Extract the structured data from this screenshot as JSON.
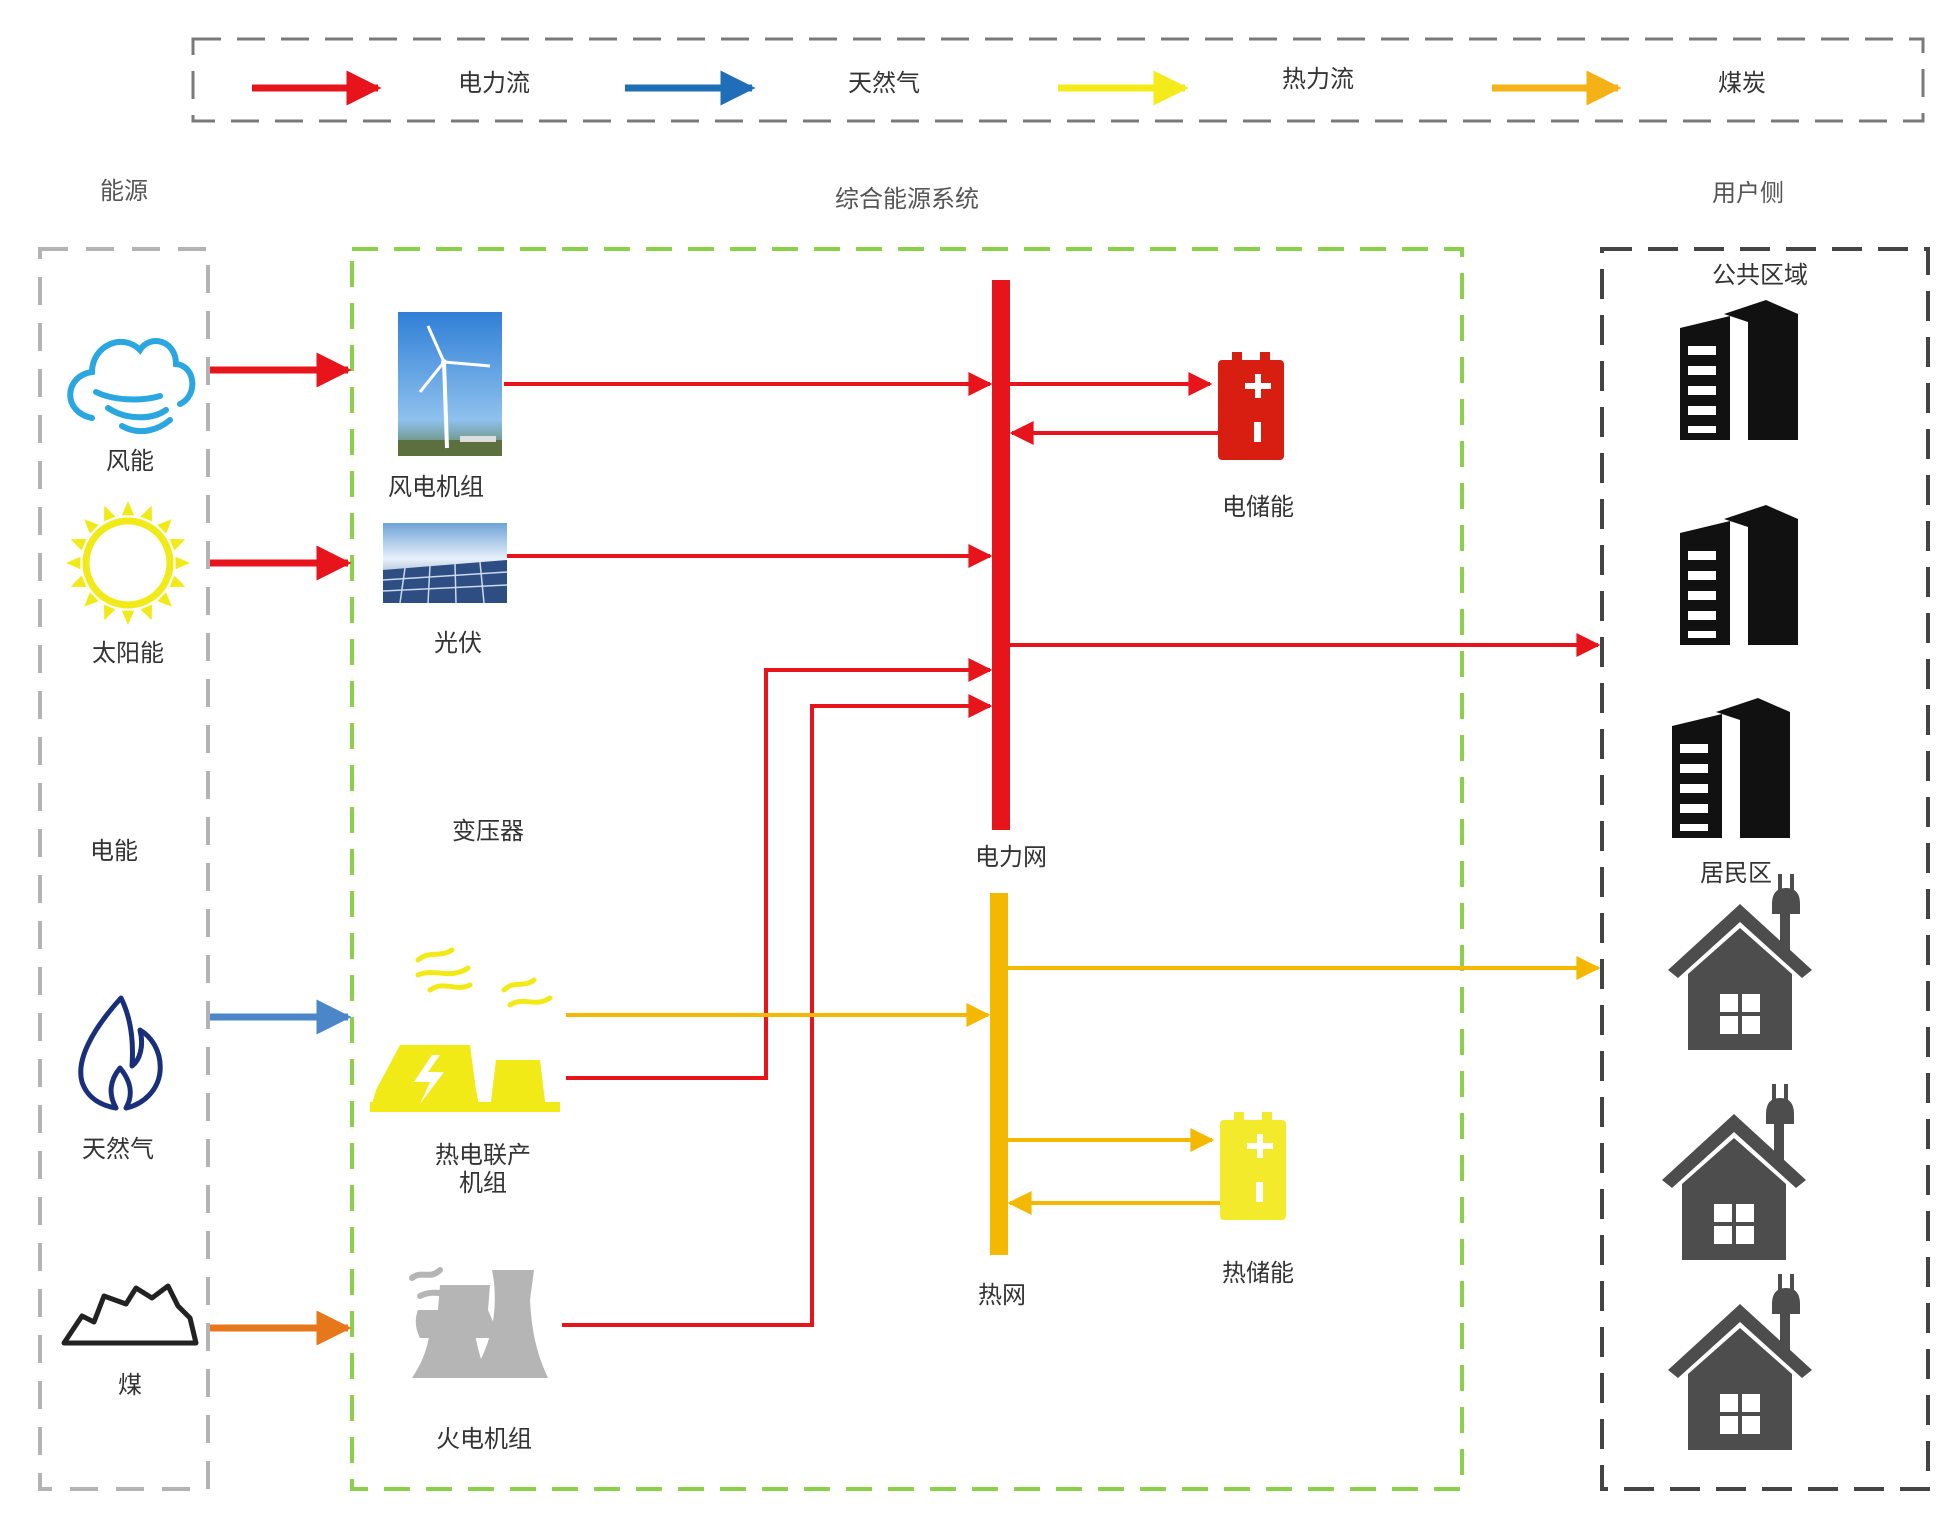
{
  "legend": {
    "items": [
      {
        "label": "电力流",
        "color": "#e8141c"
      },
      {
        "label": "天然气",
        "color": "#1f6fb8"
      },
      {
        "label": "热力流",
        "color": "#f5ea1a"
      },
      {
        "label": "煤炭",
        "color": "#f5b216"
      }
    ]
  },
  "sections": {
    "source": "能源",
    "system": "综合能源系统",
    "user": "用户侧"
  },
  "sources": {
    "wind": "风能",
    "solar": "太阳能",
    "electric": "电能",
    "gas": "天然气",
    "coal": "煤"
  },
  "system": {
    "wind_unit": "风电机组",
    "pv": "光伏",
    "transformer": "变压器",
    "chp": [
      "热电联产",
      "机组"
    ],
    "thermal": "火电机组",
    "power_grid": "电力网",
    "heat_grid": "热网",
    "elec_storage": "电储能",
    "heat_storage": "热储能"
  },
  "users": {
    "public": "公共区域",
    "residential": "居民区"
  },
  "colors": {
    "power": "#e8141c",
    "gas": "#4a86c8",
    "heat": "#f5b800",
    "coal": "#e8771c",
    "source_box": "#b3b3b3",
    "system_box": "#8ccf4a",
    "user_box": "#444444",
    "wind_icon": "#2aa6e0",
    "sun_icon": "#f2ea17",
    "gas_icon": "#1a2f7a",
    "chp_icon": "#f2ea17",
    "thermal_icon": "#b5b5b5",
    "building": "#111111",
    "house": "#4d4d4d",
    "elec_storage": "#d81e10",
    "heat_storage": "#f2ea2a"
  },
  "icons": {
    "wind": "wind-cloud-icon",
    "sun": "sun-icon",
    "gas": "flame-icon",
    "coal": "coal-pile-icon",
    "wind_unit": "wind-turbine-photo",
    "pv": "solar-panel-photo",
    "chp": "chp-plant-icon",
    "thermal": "thermal-plant-icon",
    "elec_storage": "battery-icon",
    "heat_storage": "battery-icon",
    "building": "office-building-icon",
    "house": "house-plug-icon"
  }
}
